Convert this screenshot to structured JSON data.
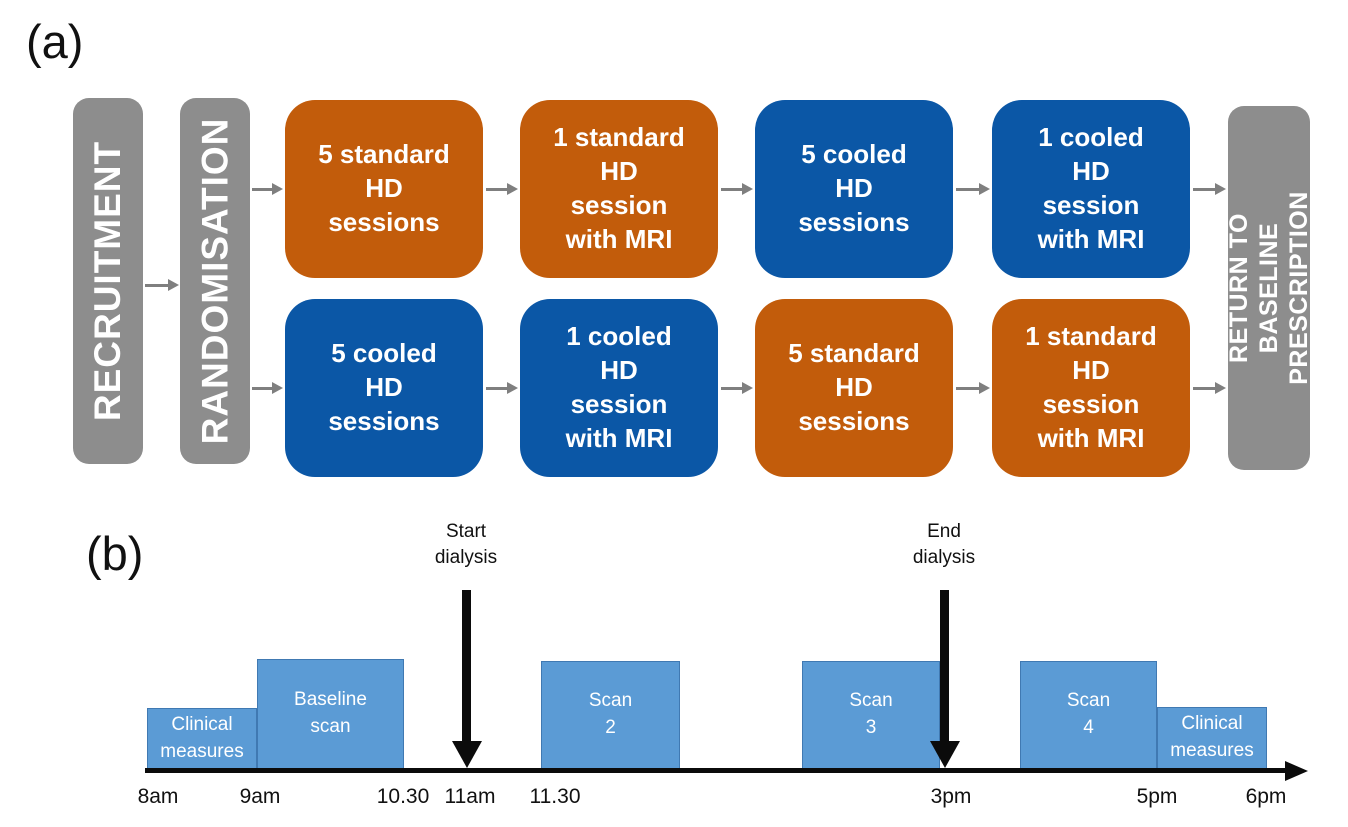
{
  "panels": {
    "a": "(a)",
    "b": "(b)"
  },
  "flowchart": {
    "recruitment": "RECRUITMENT",
    "randomisation": "RANDOMISATION",
    "return_to_baseline": [
      "RETURN TO BASELINE",
      "PRESCRIPTION"
    ],
    "arm1": [
      {
        "lines": [
          "5 standard",
          "HD",
          "sessions"
        ],
        "type": "standard"
      },
      {
        "lines": [
          "1 standard",
          "HD",
          "session",
          "with MRI"
        ],
        "type": "standard"
      },
      {
        "lines": [
          "5 cooled",
          "HD",
          "sessions"
        ],
        "type": "cooled"
      },
      {
        "lines": [
          "1 cooled",
          "HD",
          "session",
          "with MRI"
        ],
        "type": "cooled"
      }
    ],
    "arm2": [
      {
        "lines": [
          "5 cooled",
          "HD",
          "sessions"
        ],
        "type": "cooled"
      },
      {
        "lines": [
          "1 cooled",
          "HD",
          "session",
          "with MRI"
        ],
        "type": "cooled"
      },
      {
        "lines": [
          "5 standard",
          "HD",
          "sessions"
        ],
        "type": "standard"
      },
      {
        "lines": [
          "1 standard",
          "HD",
          "session",
          "with MRI"
        ],
        "type": "standard"
      }
    ]
  },
  "timeline": {
    "events": [
      {
        "label": [
          "Clinical",
          "measures"
        ]
      },
      {
        "label": [
          "Baseline",
          "scan"
        ]
      },
      {
        "label": [
          "Scan",
          "2"
        ]
      },
      {
        "label": [
          "Scan",
          "3"
        ]
      },
      {
        "label": [
          "Scan",
          "4"
        ]
      },
      {
        "label": [
          "Clinical",
          "measures"
        ]
      }
    ],
    "annotations": [
      {
        "label": [
          "Start",
          "dialysis"
        ]
      },
      {
        "label": [
          "End",
          "dialysis"
        ]
      }
    ],
    "time_ticks": [
      "8am",
      "9am",
      "10.30",
      "11am",
      "11.30",
      "3pm",
      "5pm",
      "6pm"
    ]
  },
  "colors": {
    "standard_hd": "#C25C0B",
    "cooled_hd": "#0B57A6",
    "stage_gray": "#8D8D8D",
    "timeline_blue": "#5B9BD5",
    "timeline_blue_border": "#4079B2",
    "arrow_gray": "#7F7F7F",
    "timeline_black": "#0B0B0B"
  }
}
